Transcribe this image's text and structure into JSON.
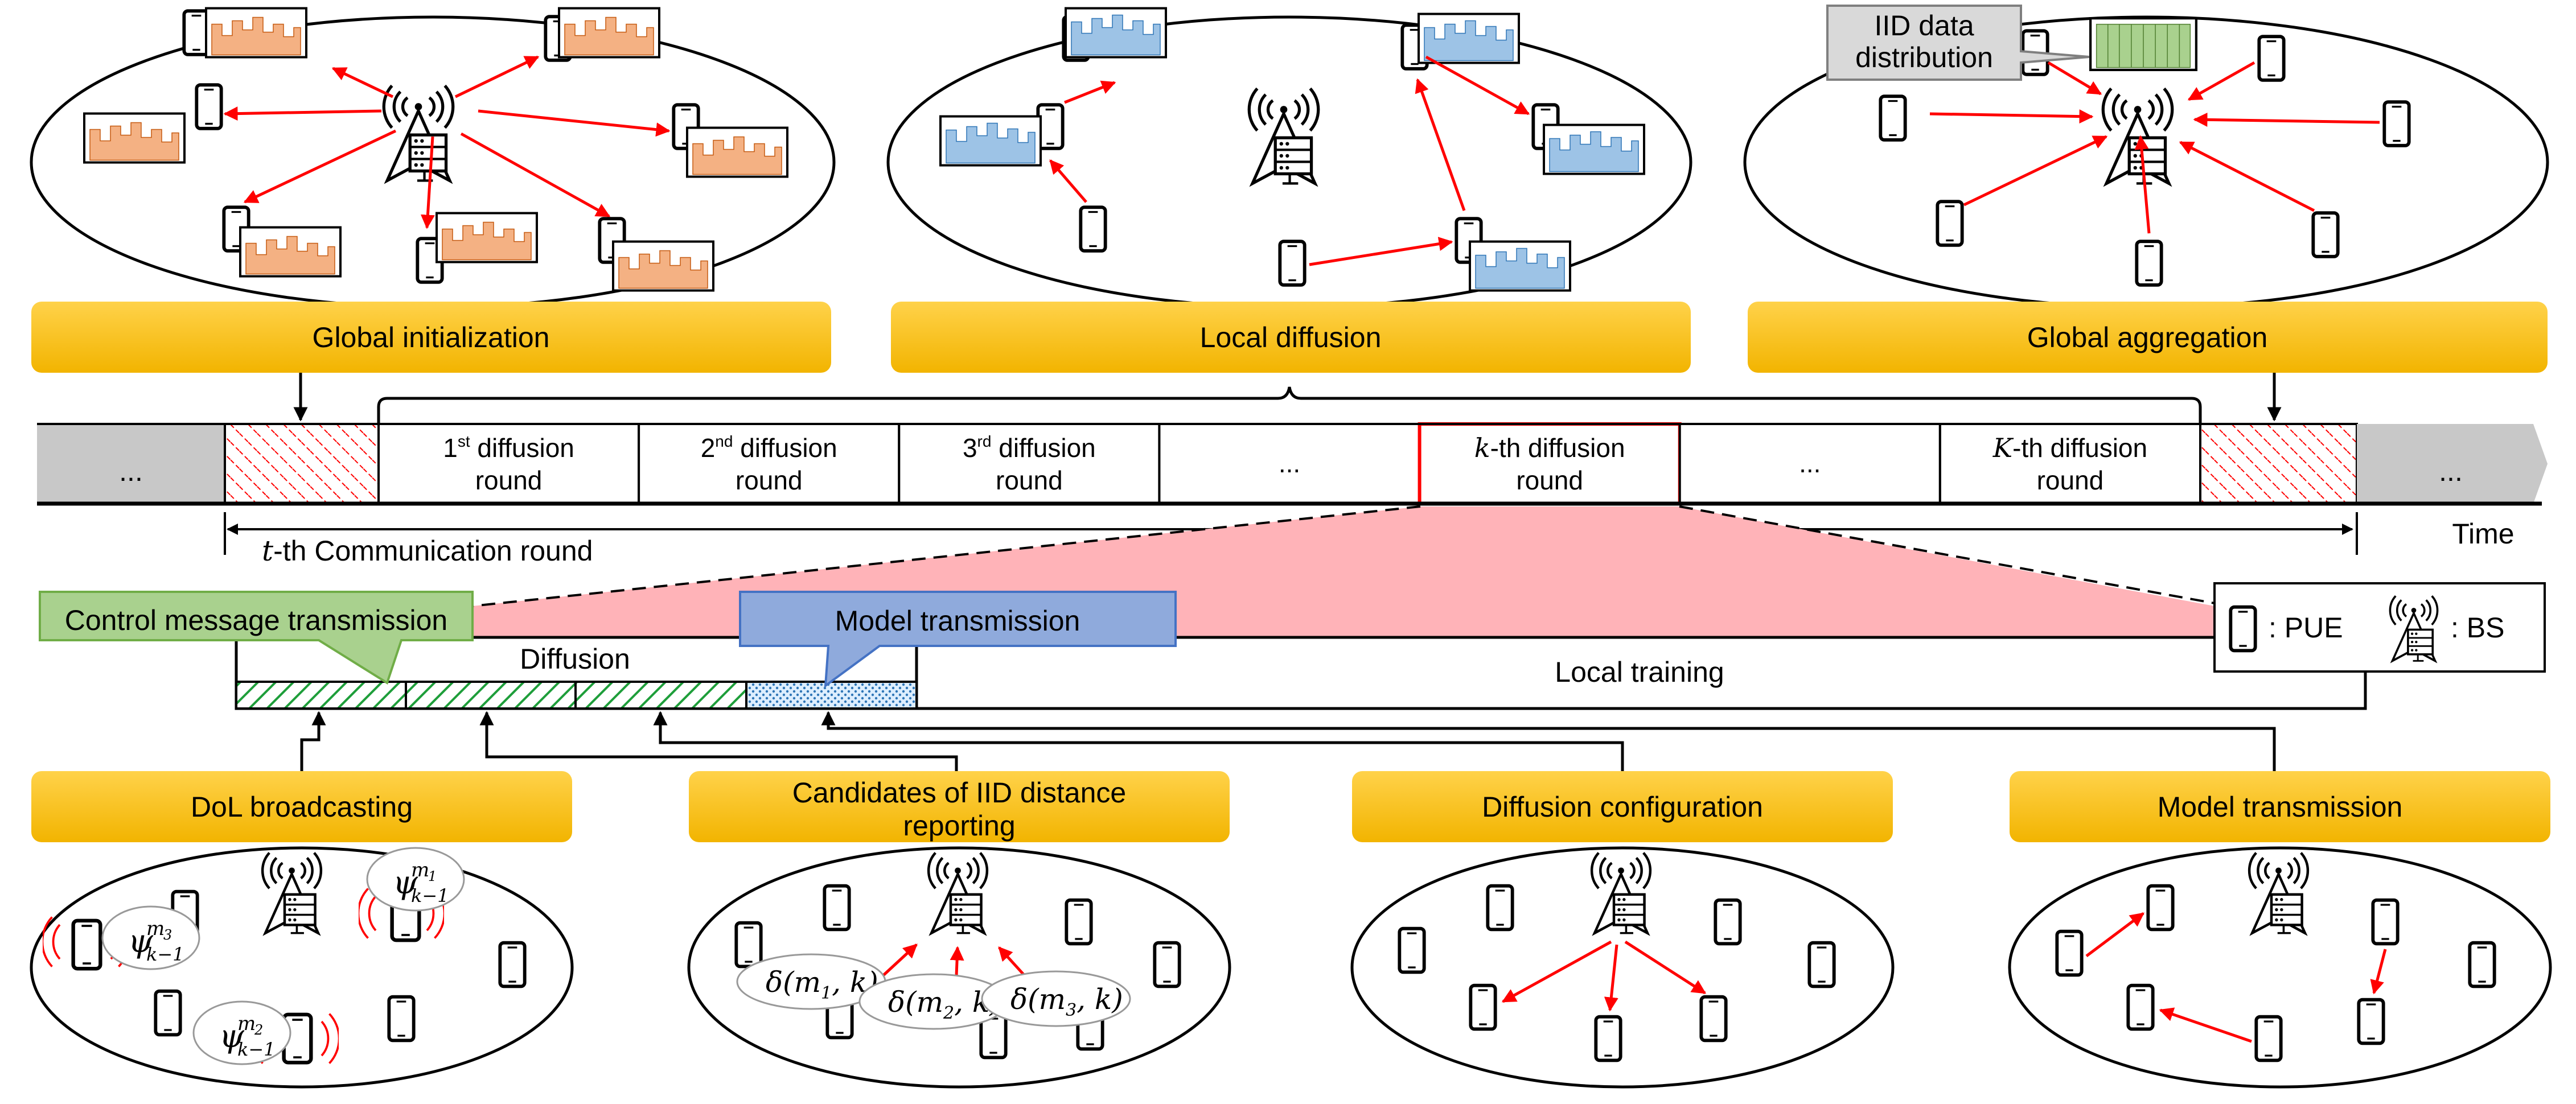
{
  "top_phases": [
    {
      "label": "Global initialization"
    },
    {
      "label": "Local diffusion"
    },
    {
      "label": "Global aggregation"
    }
  ],
  "iid_callout": {
    "line1": "IID data",
    "line2": "distribution"
  },
  "timeline": {
    "left_ellipsis": "...",
    "right_ellipsis": "...",
    "rounds": [
      {
        "prefix": "1",
        "sup": "st",
        "rest": " diffusion",
        "line2": "round"
      },
      {
        "prefix": "2",
        "sup": "nd",
        "rest": " diffusion",
        "line2": "round"
      },
      {
        "prefix": "3",
        "sup": "rd",
        "rest": " diffusion",
        "line2": "round"
      },
      {
        "prefix": "...",
        "sup": "",
        "rest": "",
        "line2": ""
      },
      {
        "prefix": "k",
        "sup": "",
        "rest": "-th diffusion",
        "line2": "round"
      },
      {
        "prefix": "...",
        "sup": "",
        "rest": "",
        "line2": ""
      },
      {
        "prefix": "K",
        "sup": "",
        "rest": "-th diffusion",
        "line2": "round"
      }
    ],
    "time_label": "Time",
    "comm_round_var": "t",
    "comm_round_rest": "-th Communication round"
  },
  "detail": {
    "control_msg": "Control message transmission",
    "model_tx": "Model transmission",
    "diffusion": "Diffusion",
    "local_training": "Local training"
  },
  "legend": {
    "pue": ": PUE",
    "bs": ": BS"
  },
  "bottom_phases": [
    {
      "label": "DoL broadcasting"
    },
    {
      "label": "Candidates of IID distance reporting"
    },
    {
      "label": "Diffusion configuration"
    },
    {
      "label": "Model transmission"
    }
  ],
  "dol_labels": [
    {
      "base": "ψ",
      "sup": "m",
      "supsub": "1",
      "sub": "k−1"
    },
    {
      "base": "ψ",
      "sup": "m",
      "supsub": "3",
      "sub": "k−1"
    },
    {
      "base": "ψ",
      "sup": "m",
      "supsub": "2",
      "sub": "k−1"
    }
  ],
  "iid_distance_labels": [
    {
      "text": "δ(m",
      "sub": "1",
      "tail": ", k)"
    },
    {
      "text": "δ(m",
      "sub": "2",
      "tail": ", k)"
    },
    {
      "text": "δ(m",
      "sub": "3",
      "tail": ", k)"
    }
  ],
  "colors": {
    "banner": "#ffc000",
    "orange_hist": "#f4b183",
    "blue_hist": "#9dc3e6",
    "green_hist": "#a9d18e",
    "arrow_red": "#ff0000",
    "highlight_pink": "#ffb3b8",
    "control_green": "#a9d18e",
    "model_blue": "#8faadc",
    "grey_block": "#c8c8c8"
  }
}
